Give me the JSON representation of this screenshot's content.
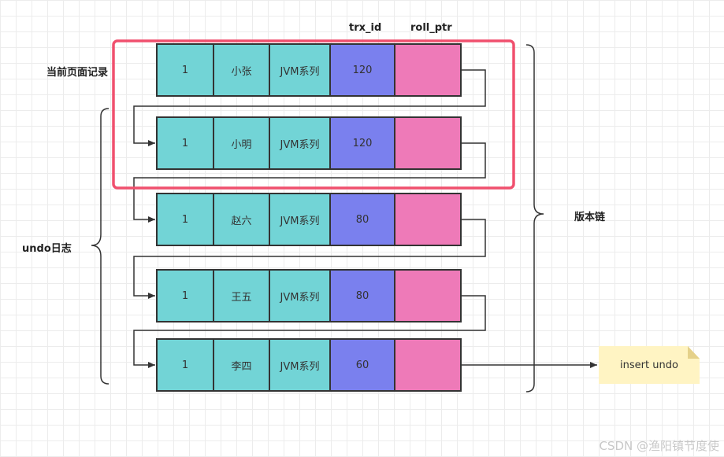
{
  "headers": {
    "trx_id": "trx_id",
    "roll_ptr": "roll_ptr"
  },
  "labels": {
    "current_record": "当前页面记录",
    "undo_log": "undo日志",
    "version_chain": "版本链"
  },
  "rows": [
    {
      "id": "1",
      "name": "小张",
      "series": "JVM系列",
      "trx_id": "120"
    },
    {
      "id": "1",
      "name": "小明",
      "series": "JVM系列",
      "trx_id": "120"
    },
    {
      "id": "1",
      "name": "赵六",
      "series": "JVM系列",
      "trx_id": "80"
    },
    {
      "id": "1",
      "name": "王五",
      "series": "JVM系列",
      "trx_id": "80"
    },
    {
      "id": "1",
      "name": "李四",
      "series": "JVM系列",
      "trx_id": "60"
    }
  ],
  "note": "insert undo",
  "watermark": "CSDN @渔阳镇节度使",
  "colors": {
    "cell": "#72d4d6",
    "trx": "#7a80ee",
    "roll": "#ee7ab8",
    "highlight": "#f0506e",
    "note": "#fff4c3"
  }
}
